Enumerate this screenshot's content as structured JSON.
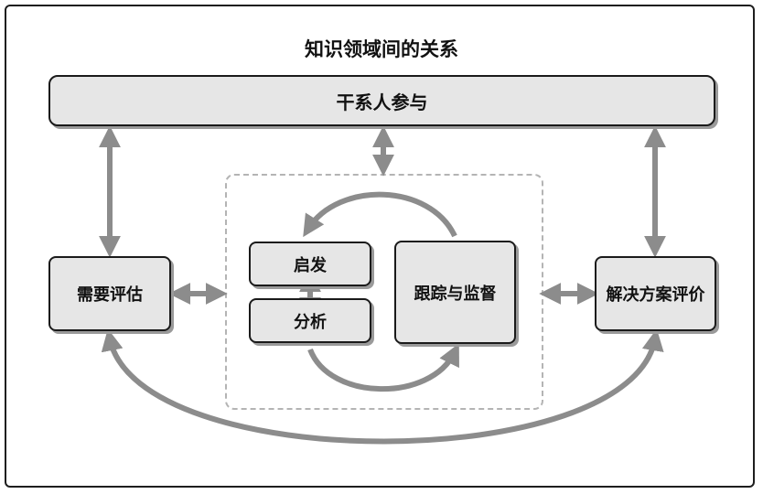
{
  "diagram": {
    "title": "知识领域间的关系",
    "nodes": {
      "stakeholder": "干系人参与",
      "needs": "需要评估",
      "elicitation": "启发",
      "analysis": "分析",
      "traceability": "跟踪与监督",
      "solution": "解决方案评价"
    }
  },
  "colors": {
    "box_fill": "#e6e6e6",
    "box_border": "#1a1a1a",
    "arrow": "#8c8c8c",
    "dashed_border": "#b4b4b4"
  }
}
